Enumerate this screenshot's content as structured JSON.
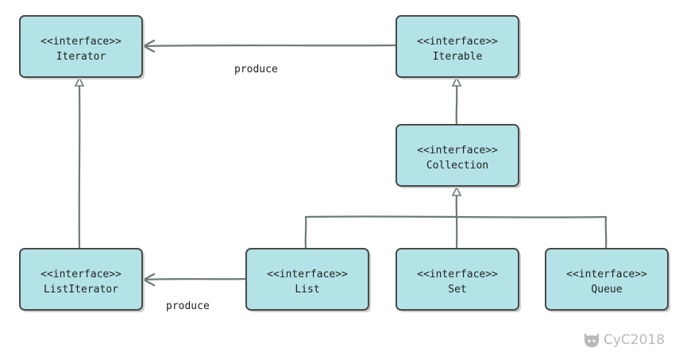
{
  "nodes": [
    {
      "id": "iterator",
      "stereotype": "<<interface>>",
      "name": "Iterator"
    },
    {
      "id": "iterable",
      "stereotype": "<<interface>>",
      "name": "Iterable"
    },
    {
      "id": "collection",
      "stereotype": "<<interface>>",
      "name": "Collection"
    },
    {
      "id": "listiterator",
      "stereotype": "<<interface>>",
      "name": "ListIterator"
    },
    {
      "id": "list",
      "stereotype": "<<interface>>",
      "name": "List"
    },
    {
      "id": "set",
      "stereotype": "<<interface>>",
      "name": "Set"
    },
    {
      "id": "queue",
      "stereotype": "<<interface>>",
      "name": "Queue"
    }
  ],
  "edges": [
    {
      "from": "iterable",
      "to": "iterator",
      "kind": "association",
      "label": "produce"
    },
    {
      "from": "list",
      "to": "listiterator",
      "kind": "association",
      "label": "produce"
    },
    {
      "from": "listiterator",
      "to": "iterator",
      "kind": "generalization"
    },
    {
      "from": "collection",
      "to": "iterable",
      "kind": "generalization"
    },
    {
      "from": "list",
      "to": "collection",
      "kind": "generalization"
    },
    {
      "from": "set",
      "to": "collection",
      "kind": "generalization"
    },
    {
      "from": "queue",
      "to": "collection",
      "kind": "generalization"
    }
  ],
  "watermark": {
    "text": "CyC2018",
    "icon": "github-cat-icon"
  },
  "colors": {
    "node_fill": "#b3e3e6",
    "node_border": "#4a4a4a",
    "edge": "#6e7a7a",
    "watermark": "#b9b9b9"
  }
}
